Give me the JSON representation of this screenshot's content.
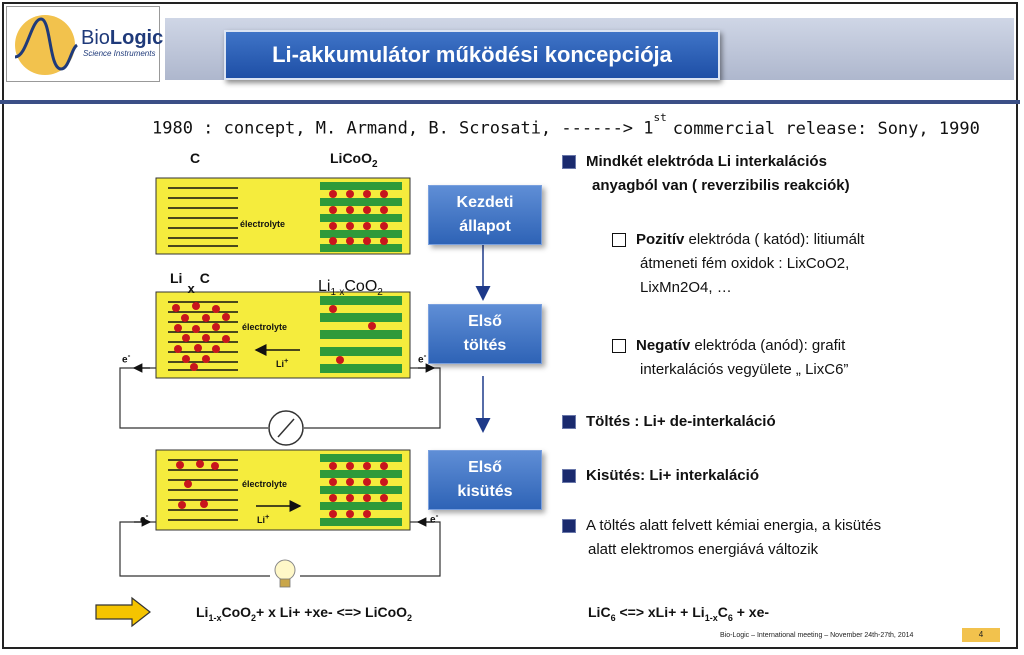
{
  "logo": {
    "brand_light": "Bio",
    "brand_bold": "Logic",
    "tagline": "Science Instruments"
  },
  "title": "Li-akkumulátor működési koncepciója",
  "subtitle": {
    "main": "1980 : concept, M. Armand, B. Scrosati, ------> 1",
    "sup": "st",
    "tail": "commercial release: Sony, 1990"
  },
  "diagram": {
    "labels": {
      "c": "C",
      "licoo2_base": "LiCoO",
      "licoo2_sub": "2",
      "lixc_li": "Li",
      "lixc_x": "x",
      "lixc_c": "C",
      "li1x_li": "Li",
      "li1x_sub": "1-x",
      "li1x_coo": "CoO",
      "li1x_2": "2",
      "electrolyte_1": "électrolyte",
      "electrolyte_2": "électrolyte",
      "electrolyte_3": "électrolyte",
      "li_plus_2": "Li",
      "li_plus_3": "Li",
      "plus": "+",
      "e_left_2": "e",
      "e_right_2": "e",
      "e_left_3": "e",
      "e_right_3": "e",
      "minus": "-"
    },
    "steps": [
      {
        "line1": "Kezdeti",
        "line2": "állapot"
      },
      {
        "line1": "Első",
        "line2": "töltés"
      },
      {
        "line1": "Első",
        "line2": "kisütés"
      }
    ]
  },
  "bullets": {
    "b1_line1": "Mindkét elektróda Li  interkalációs",
    "b1_line2": "anyagból van ( reverzibilis reakciók)",
    "s1_bold": "Pozitív",
    "s1_rest": " elektróda ( katód): litiumált",
    "s1_line2": "átmeneti fém oxidok : LixCoO2,",
    "s1_line3": "LixMn2O4, …",
    "s2_bold": "Negatív",
    "s2_rest": " elektróda (anód): grafit",
    "s2_line2": "interkalációs vegyülete „ LixC6”",
    "b2": "Töltés : Li+  de-interkaláció",
    "b3": "Kisütés: Li+ interkaláció",
    "b4_line1": "A töltés alatt felvett kémiai energia, a kisütés",
    "b4_line2": "alatt elektromos energiává változik"
  },
  "equations": {
    "eq1_a": "Li",
    "eq1_sub1": "1-x",
    "eq1_b": "CoO",
    "eq1_sub2": "2",
    "eq1_c": "+ x Li+ +xe- <=> LiCoO",
    "eq1_sub3": "2",
    "eq2_a": "LiC",
    "eq2_sub1": "6",
    "eq2_b": " <=> xLi+ + Li",
    "eq2_sub2": "1-x",
    "eq2_c": "C",
    "eq2_sub3": "6",
    "eq2_d": " + xe-"
  },
  "footer": {
    "text": "Bio-Logic – International meeting – November 24th-27th, 2014",
    "page": "4"
  },
  "colors": {
    "cell_bg": "#f5ec3d",
    "graphite": "#111111",
    "oxide_green": "#2f9a3a",
    "li_ion": "#c8161d",
    "button_blue": "#2e63b6",
    "bullet_navy": "#1a2a6e",
    "arrow_yellow": "#f5c400"
  }
}
